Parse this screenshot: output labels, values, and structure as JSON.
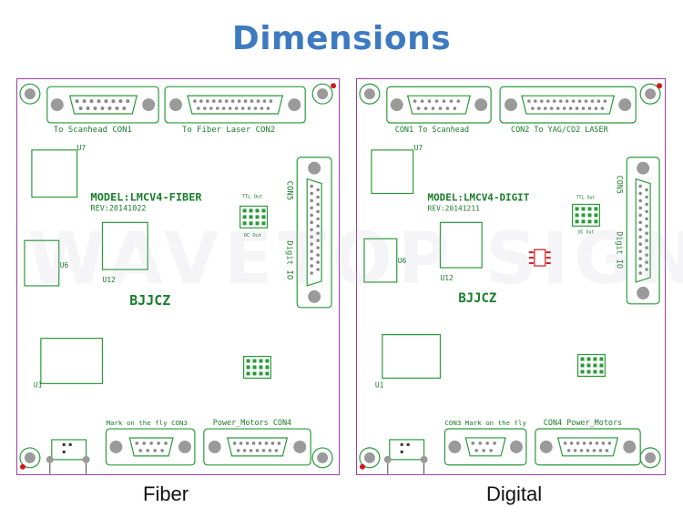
{
  "title": "Dimensions",
  "watermark": "WAVETOP SIGN",
  "boards": {
    "fiber": {
      "caption": "Fiber",
      "model": "MODEL:LMCV4-FIBER",
      "rev": "REV:20141022",
      "brand": "BJJCZ",
      "con1": "To Scanhead      CON1",
      "con2": "To Fiber Laser     CON2",
      "con5": "CON5",
      "digit_io": "Digit IO",
      "con3": "Mark on the fly CON3",
      "con4": "Power_Motors  CON4",
      "ttl_out": "TTL Out",
      "oc_out": "OC Out",
      "u7": "U7",
      "u6": "U6",
      "u12": "U12",
      "u1": "U1"
    },
    "digit": {
      "caption": "Digital",
      "model": "MODEL:LMCV4-DIGIT",
      "rev": "REV:20141211",
      "brand": "BJJCZ",
      "con1": "CON1  To Scanhead",
      "con2": "CON2   To YAG/CO2 LASER",
      "con5": "CON5",
      "digit_io": "Digit IO",
      "con3": "CON3 Mark on the fly",
      "con4": "CON4  Power_Motors",
      "ttl_out": "TTL Out",
      "oc_out": "OC Out",
      "u7": "U7",
      "u6": "U6",
      "u12": "U12",
      "u1": "U1"
    }
  }
}
